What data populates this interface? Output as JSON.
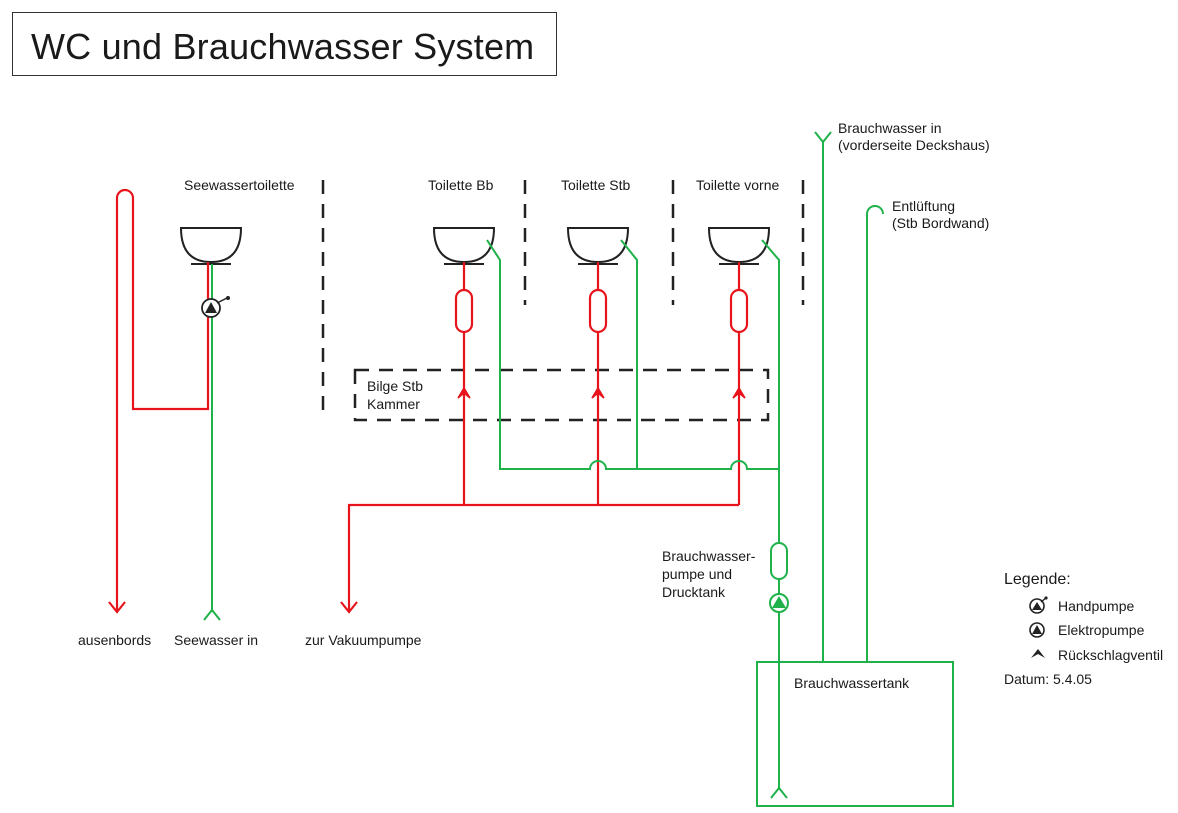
{
  "title": "WC und Brauchwasser System",
  "colors": {
    "waste": "#e8141c",
    "fresh": "#1fb24a",
    "outline": "#222222"
  },
  "labels": {
    "seewassertoilette": "Seewassertoilette",
    "toilette_bb": "Toilette Bb",
    "toilette_stb": "Toilette Stb",
    "toilette_vorne": "Toilette vorne",
    "bilge_line1": "Bilge Stb",
    "bilge_line2": "Kammer",
    "brauchwasser_in_line1": "Brauchwasser in",
    "brauchwasser_in_line2": "(vorderseite Deckshaus)",
    "entlueftung_line1": "Entlüftung",
    "entlueftung_line2": "(Stb Bordwand)",
    "pumpe_line1": "Brauchwasser-",
    "pumpe_line2": "pumpe und",
    "pumpe_line3": "Drucktank",
    "ausenbords": "ausenbords",
    "seewasser_in": "Seewasser in",
    "zur_vakuumpumpe": "zur Vakuumpumpe",
    "brauchwassertank": "Brauchwassertank"
  },
  "legend": {
    "title": "Legende:",
    "items": [
      {
        "icon": "handpump-icon",
        "label": "Handpumpe"
      },
      {
        "icon": "electric-pump-icon",
        "label": "Elektropumpe"
      },
      {
        "icon": "check-valve-icon",
        "label": "Rückschlagventil"
      }
    ],
    "date": "Datum: 5.4.05"
  }
}
